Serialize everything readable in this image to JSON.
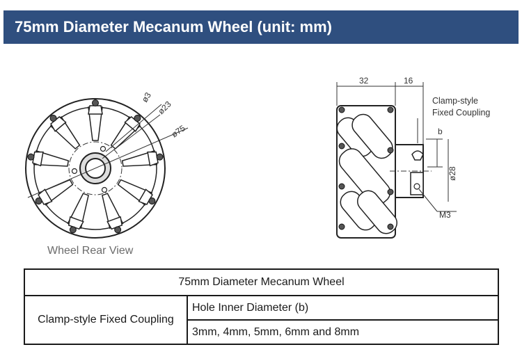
{
  "header": {
    "title": "75mm Diameter Mecanum Wheel (unit: mm)"
  },
  "drawing": {
    "rear_view_caption": "Wheel Rear View",
    "rear_dimensions": {
      "d3": "ø3",
      "d23": "ø23",
      "d75": "ø75"
    },
    "side_dimensions": {
      "width_32": "32",
      "width_16": "16",
      "coupling_callout_line1": "Clamp-style",
      "coupling_callout_line2": "Fixed Coupling",
      "hole_label": "b",
      "coupling_diameter": "ø28",
      "screw_label": "M3"
    }
  },
  "spec_table": {
    "title": "75mm Diameter Mecanum Wheel",
    "row_label": "Clamp-style Fixed Coupling",
    "param_name": "Hole Inner Diameter (b)",
    "param_values": "3mm, 4mm, 5mm, 6mm and 8mm"
  }
}
